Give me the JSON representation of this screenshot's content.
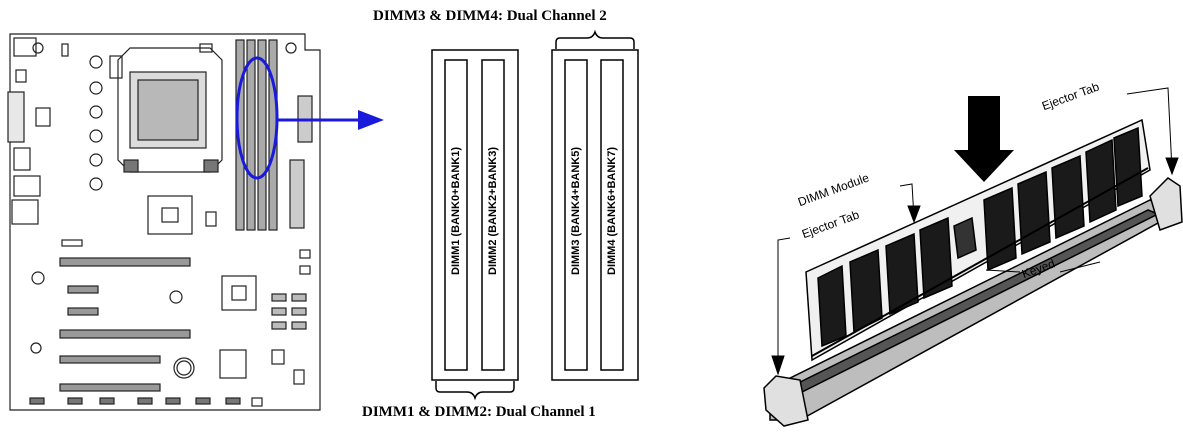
{
  "captions": {
    "top": "DIMM3 & DIMM4: Dual Channel 2",
    "bottom": "DIMM1 & DIMM2: Dual Channel 1"
  },
  "slots": [
    {
      "label": "DIMM1 (BANK0+BANK1)"
    },
    {
      "label": "DIMM2 (BANK2+BANK3)"
    },
    {
      "label": "DIMM3 (BANK4+BANK5)"
    },
    {
      "label": "DIMM4 (BANK6+BANK7)"
    }
  ],
  "install": {
    "ejector_tab_right": "Ejector Tab",
    "dimm_module": "DIMM Module",
    "ejector_tab_left": "Ejector Tab",
    "keyed": "Keyed"
  },
  "colors": {
    "highlight": "#1a1adb",
    "line": "#000000"
  }
}
